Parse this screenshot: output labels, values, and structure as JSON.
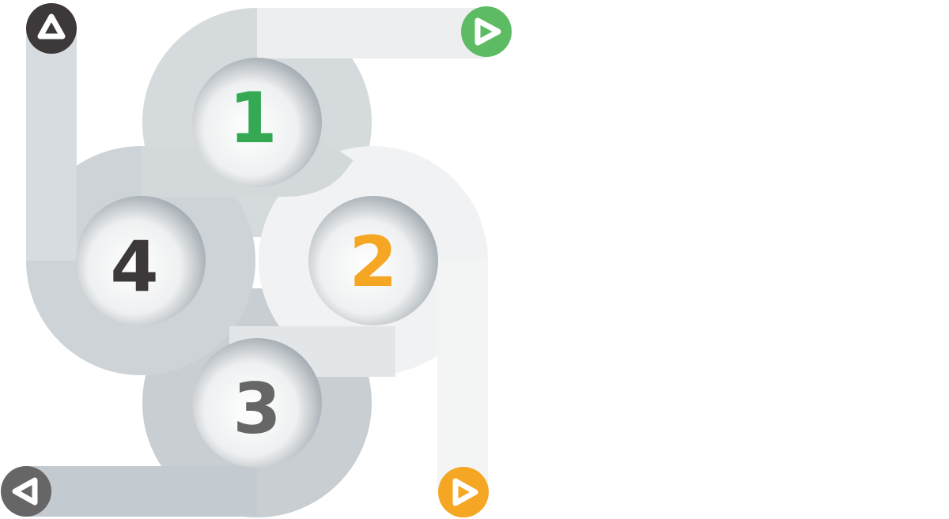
{
  "steps": [
    {
      "label": "1",
      "color": "#34a853"
    },
    {
      "label": "2",
      "color": "#f5a623"
    },
    {
      "label": "3",
      "color": "#666666"
    },
    {
      "label": "4",
      "color": "#3d3839"
    }
  ],
  "end_markers": [
    {
      "icon": "play-right-icon",
      "color": "#5dbb63"
    },
    {
      "icon": "play-right-icon",
      "color": "#f5a623"
    },
    {
      "icon": "play-left-icon",
      "color": "#666666"
    },
    {
      "icon": "play-up-icon",
      "color": "#3d3839"
    }
  ]
}
